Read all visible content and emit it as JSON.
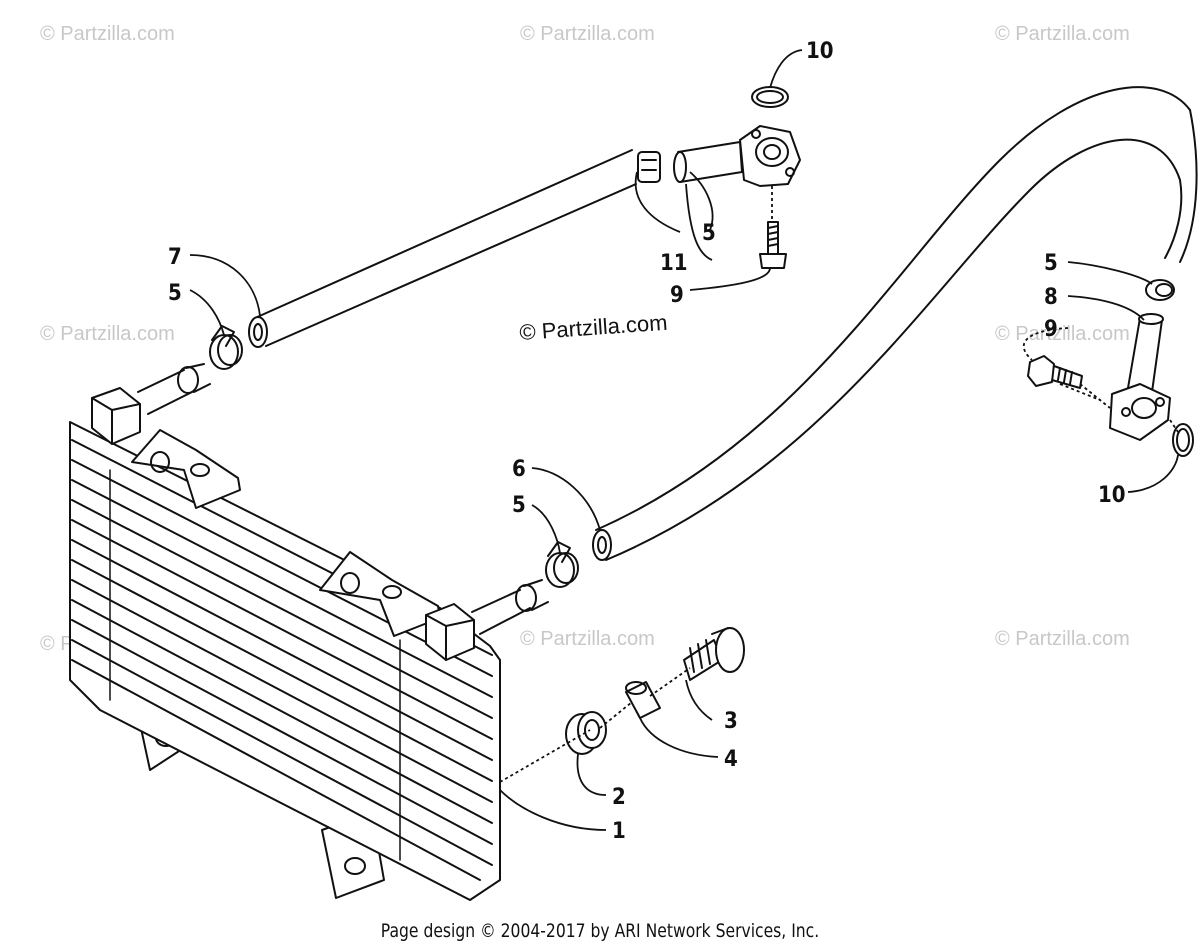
{
  "watermarks": {
    "main": "© Partzilla.com",
    "faint": "© Partzilla.com"
  },
  "callouts": {
    "c1": "1",
    "c2": "2",
    "c3": "3",
    "c4": "4",
    "c5a": "5",
    "c5b": "5",
    "c5c": "5",
    "c5d": "5",
    "c6": "6",
    "c7": "7",
    "c8": "8",
    "c9a": "9",
    "c9b": "9",
    "c10a": "10",
    "c10b": "10",
    "c11": "11"
  },
  "footer": {
    "text": "Page design © 2004-2017 by ARI Network Services, Inc."
  },
  "colors": {
    "ink": "#111111",
    "watermark": "#c8c8c8",
    "background": "#ffffff"
  }
}
